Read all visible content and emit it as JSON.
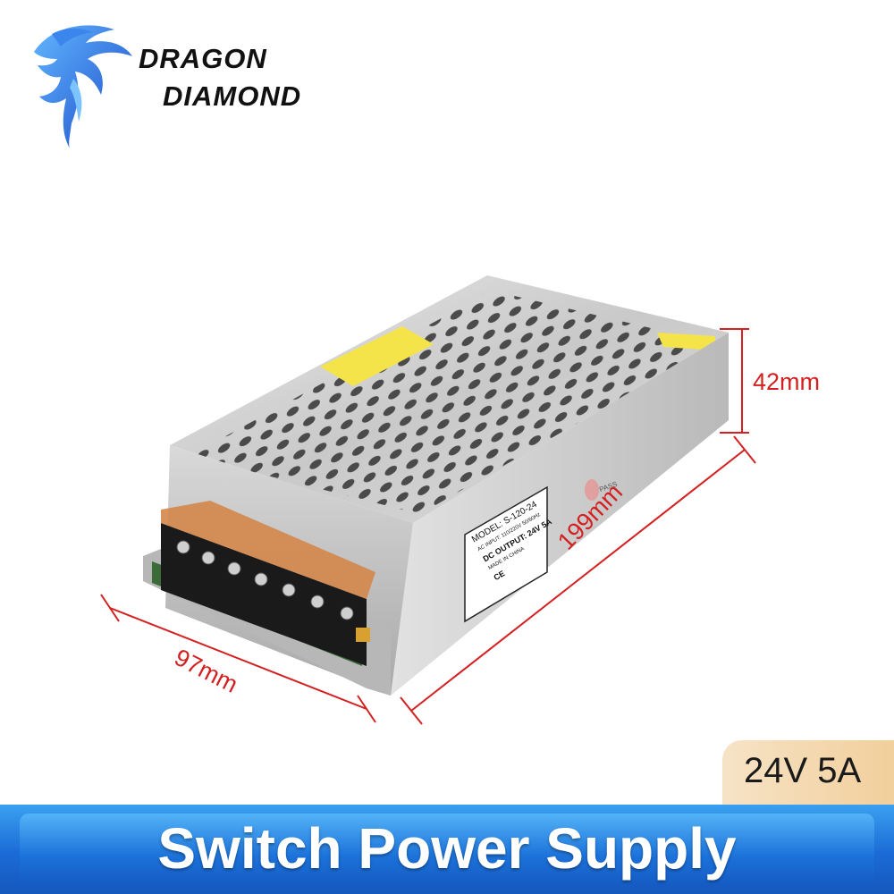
{
  "brand": {
    "line1": "DRAGON",
    "line2": "DIAMOND",
    "logo_icon": "dragon-logo-icon",
    "logo_color": "#1e5fd8"
  },
  "product": {
    "label_model": "MODEL: S-120-24",
    "label_input": "AC INPUT: 110/220V  50/60Hz",
    "label_output": "DC OUTPUT:  24V 5A",
    "label_made": "MADE IN CHINA",
    "label_ce": "CE",
    "pass_sticker": "PASS"
  },
  "dimensions": {
    "height": "42mm",
    "length": "199mm",
    "width": "97mm",
    "line_color": "#d42020"
  },
  "spec": {
    "rating": "24V 5A",
    "badge_color": "#f2cf9c"
  },
  "banner": {
    "title": "Switch Power Supply",
    "color": "#1b6bd6"
  }
}
